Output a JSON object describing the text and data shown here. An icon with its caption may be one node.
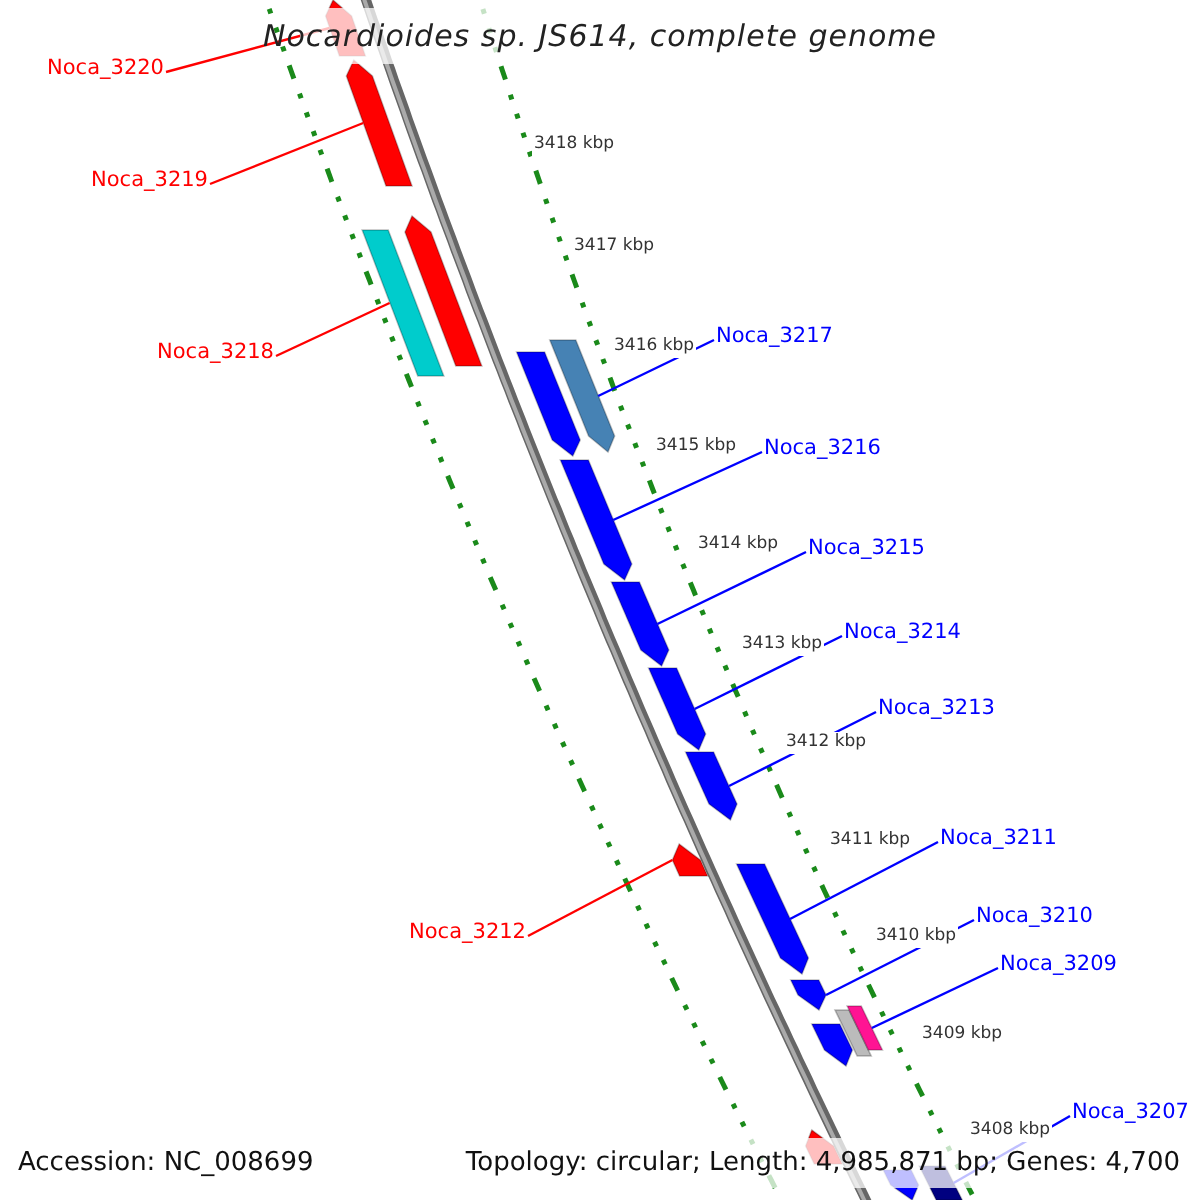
{
  "diagram": {
    "title": "Nocardioides sp. JS614, complete genome",
    "nodes": [
      {
        "text": [
          "Noca_3220"
        ]
      },
      {
        "text": [
          "Noca_3219"
        ]
      },
      {
        "text": [
          "Noca_3218"
        ]
      },
      {
        "text": [
          "Noca_3217"
        ]
      },
      {
        "text": [
          "Noca_3216"
        ]
      },
      {
        "text": [
          "Noca_3215"
        ]
      },
      {
        "text": [
          "Noca_3214"
        ]
      },
      {
        "text": [
          "Noca_3213"
        ]
      },
      {
        "text": [
          "Noca_3212"
        ]
      },
      {
        "text": [
          "Noca_3211"
        ]
      },
      {
        "text": [
          "Noca_3210"
        ]
      },
      {
        "text": [
          "Noca_3209"
        ]
      },
      {
        "text": [
          "Noca_3207"
        ]
      },
      {
        "text": [],
        "shape": "bar"
      },
      {
        "text": [],
        "shape": "bar"
      },
      {
        "text": [],
        "shape": "bar"
      },
      {
        "text": [],
        "shape": "bar"
      },
      {
        "text": [],
        "shape": "bar"
      },
      {
        "text": [],
        "shape": "bar"
      },
      {
        "text": [],
        "shape": "bar"
      },
      {
        "text": [],
        "shape": "bar"
      },
      {
        "text": [],
        "shape": "bar"
      },
      {
        "text": [],
        "shape": "bar"
      },
      {
        "text": [],
        "shape": "bar"
      },
      {
        "text": [],
        "shape": "bar"
      },
      {
        "text": [],
        "shape": "bar"
      },
      {
        "text": [],
        "shape": "bar"
      },
      {
        "text": [],
        "shape": "bar"
      },
      {
        "text": [],
        "shape": "bar"
      },
      {
        "text": [],
        "shape": "bar"
      },
      {
        "text": [],
        "shape": "bar"
      },
      {
        "text": [],
        "shape": "bar"
      }
    ],
    "edges": [
      {
        "from": 0,
        "to": 13,
        "arrow": "none",
        "color": "#ff0000"
      },
      {
        "from": 1,
        "to": 14,
        "arrow": "none",
        "color": "#ff0000"
      },
      {
        "from": 2,
        "to": 15,
        "arrow": "none",
        "color": "#ff0000"
      },
      {
        "from": 3,
        "to": 17,
        "arrow": "none"
      },
      {
        "from": 4,
        "to": 19,
        "arrow": "none"
      },
      {
        "from": 5,
        "to": 20,
        "arrow": "none"
      },
      {
        "from": 6,
        "to": 21,
        "arrow": "none"
      },
      {
        "from": 7,
        "to": 22,
        "arrow": "none"
      },
      {
        "from": 8,
        "to": 23,
        "arrow": "none",
        "color": "#ff0000"
      },
      {
        "from": 9,
        "to": 24,
        "arrow": "none"
      },
      {
        "from": 10,
        "to": 25,
        "arrow": "none"
      },
      {
        "from": 11,
        "to": 27,
        "arrow": "none"
      },
      {
        "from": 12,
        "to": 31,
        "arrow": "none"
      }
    ],
    "labels": [
      "3418 kbp",
      "3417 kbp",
      "3416 kbp",
      "3415 kbp",
      "3414 kbp",
      "3413 kbp",
      "3412 kbp",
      "3411 kbp",
      "3410 kbp",
      "3409 kbp",
      "3408 kbp",
      "Accession: NC_008699",
      "Topology: circular; Length: 4,985,871 bp; Genes: 4,700"
    ]
  }
}
